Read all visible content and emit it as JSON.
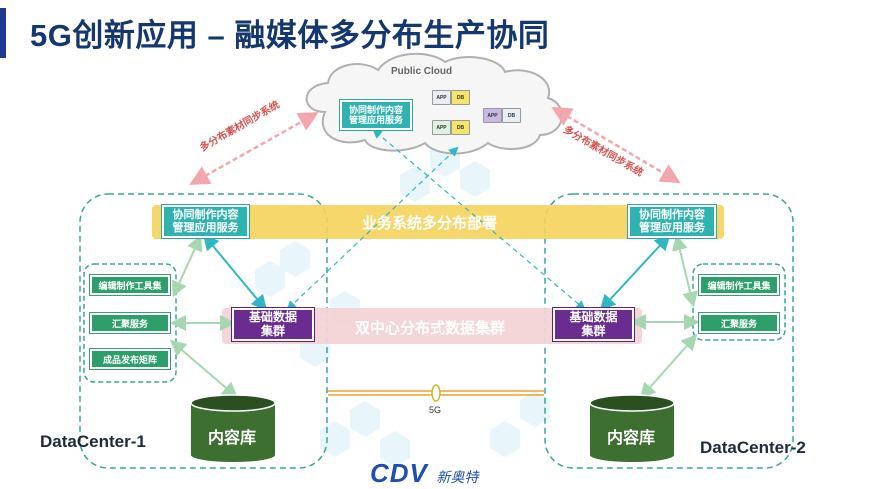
{
  "title": "5G创新应用 – 融媒体多分布生产协同",
  "cloud": {
    "label": "Public Cloud",
    "service_box": "协同制作内容管理应用服务",
    "module_labels": [
      "APP",
      "DB",
      "APP",
      "DB",
      "APP",
      "DB"
    ]
  },
  "sync_left": "多分布素材同步系统",
  "sync_right": "多分布素材同步系统",
  "band_business": "业务系统多分布部署",
  "band_data": "双中心分布式数据集群",
  "left_dc": {
    "service_box": "协同制作内容管理应用服务",
    "tools": [
      "编辑制作工具集",
      "汇聚服务",
      "成品发布矩阵"
    ],
    "cluster": "基础数据集群",
    "database": "内容库",
    "label": "DataCenter-1"
  },
  "right_dc": {
    "service_box": "协同制作内容管理应用服务",
    "tools": [
      "编辑制作工具集",
      "汇聚服务"
    ],
    "cluster": "基础数据集群",
    "database": "内容库",
    "label": "DataCenter-2"
  },
  "link_label": "5G",
  "logo": {
    "text": "CDV",
    "subtext": "新奥特"
  },
  "colors": {
    "title": "#14376d",
    "teal": "#2fb3b0",
    "purple": "#6a2c8e",
    "green": "#2e9e6a",
    "yellow_band": "#f5d35b",
    "pink_band": "#f3d3d6",
    "db": "#3b6b2e"
  }
}
